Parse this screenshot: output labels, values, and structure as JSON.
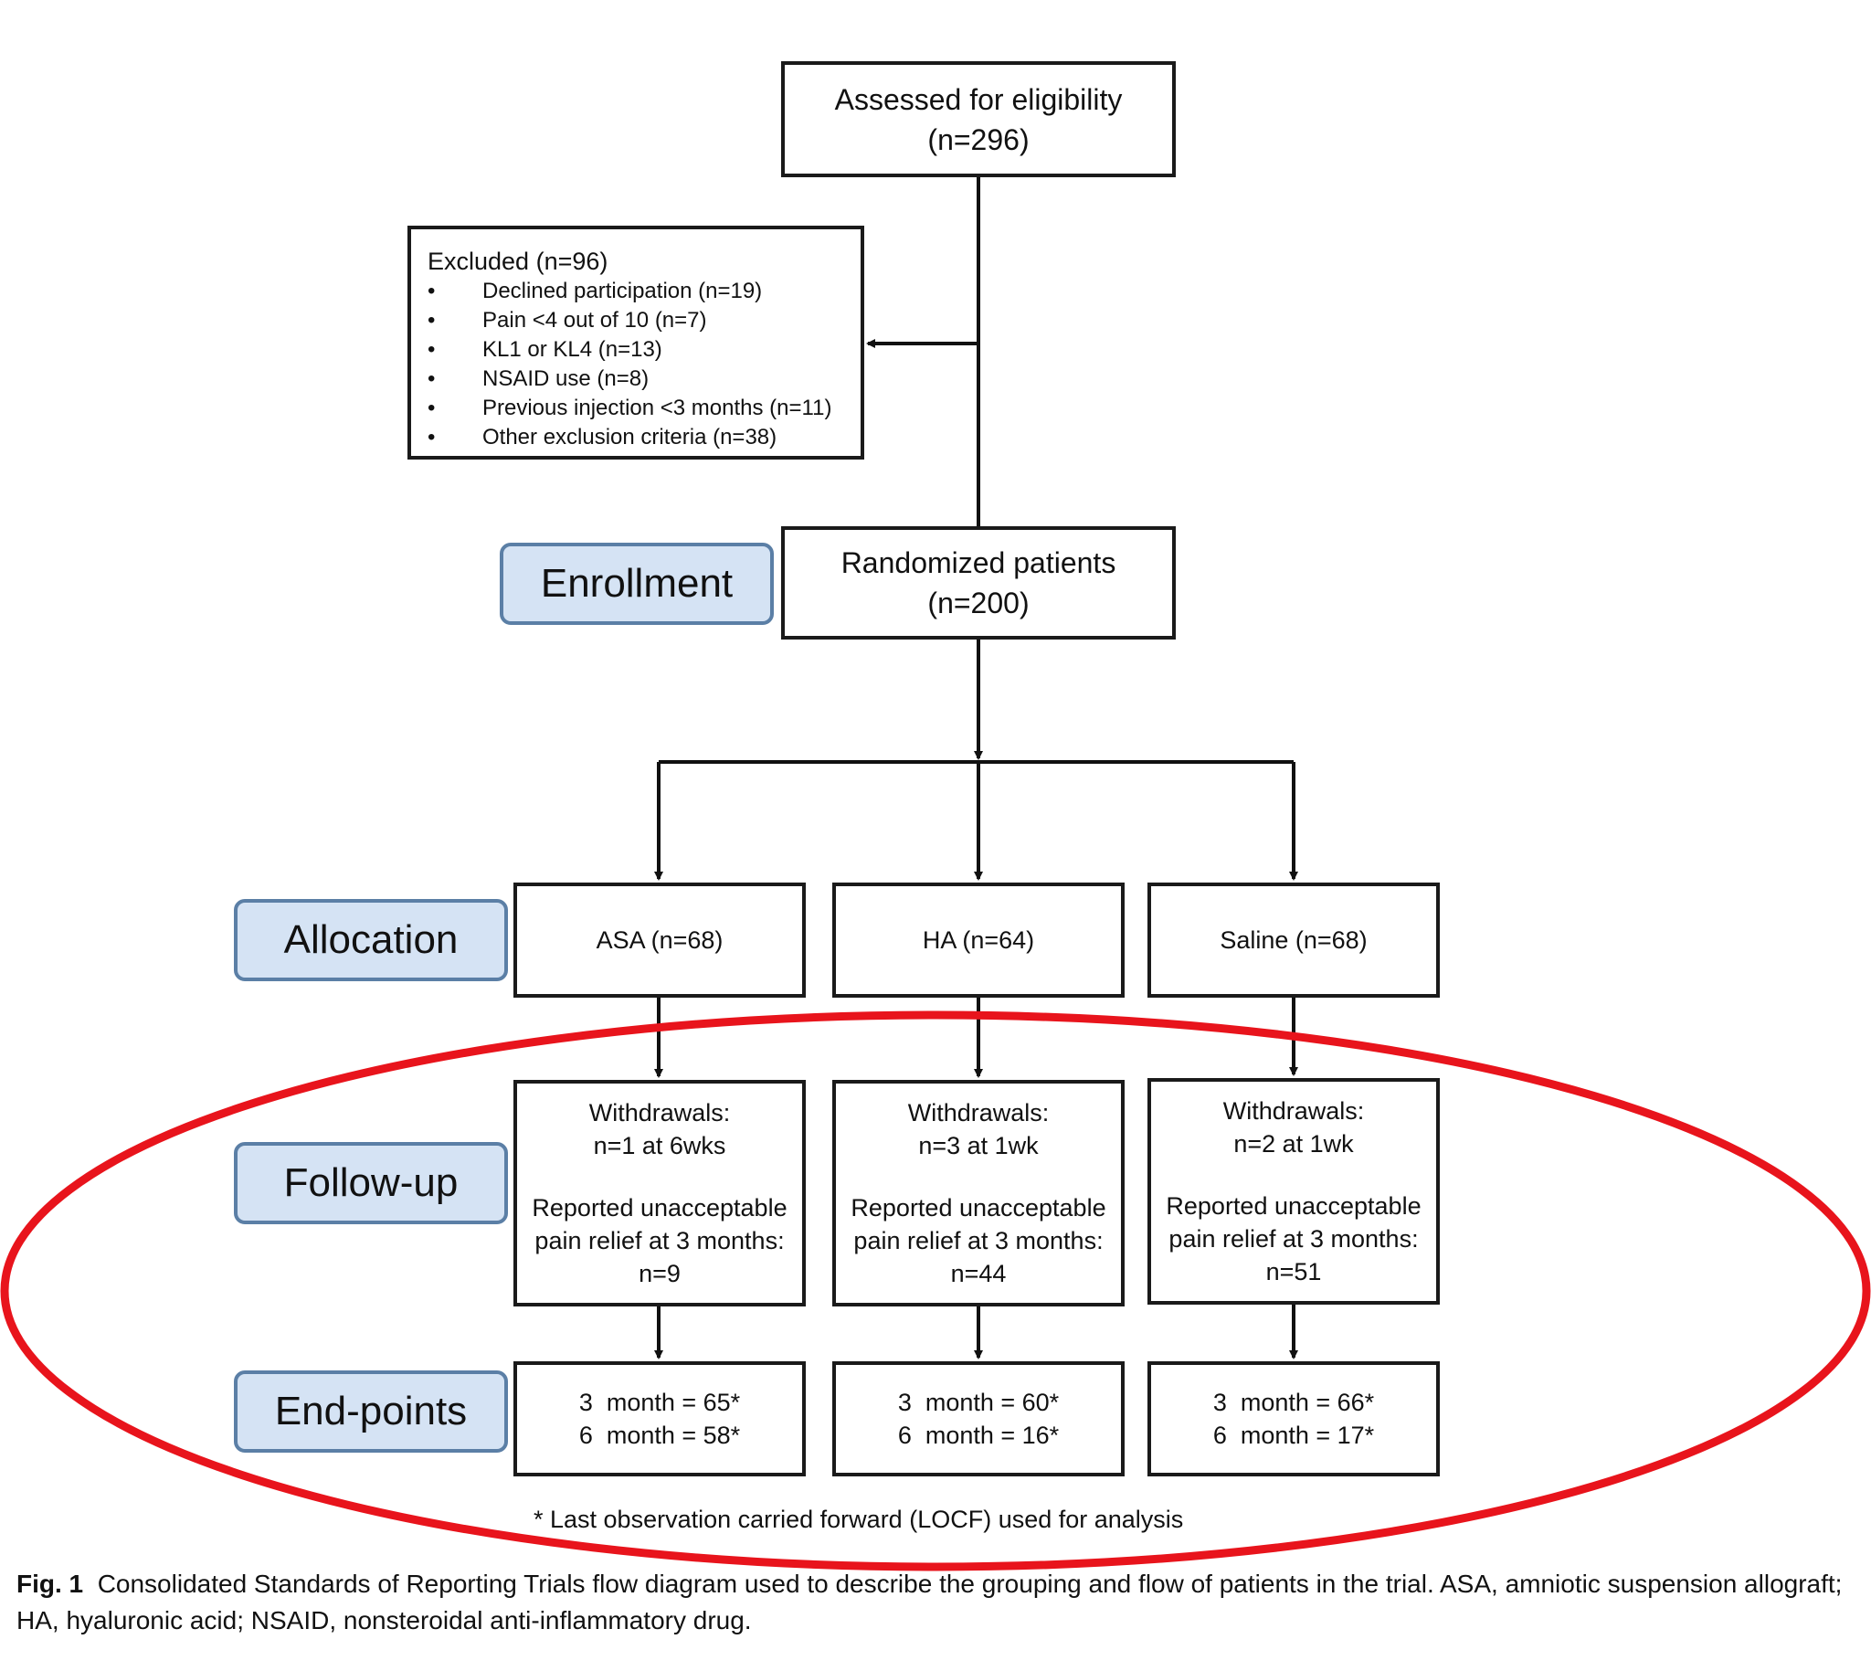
{
  "assessed": {
    "title": "Assessed for eligibility",
    "n": "(n=296)"
  },
  "excluded": {
    "title": "Excluded (n=96)",
    "bullet": "•",
    "items": [
      "Declined participation (n=19)",
      "Pain <4 out of 10 (n=7)",
      "KL1 or KL4 (n=13)",
      "NSAID use (n=8)",
      "Previous injection <3 months (n=11)",
      "Other exclusion criteria (n=38)"
    ]
  },
  "randomized": {
    "title": "Randomized patients",
    "n": "(n=200)"
  },
  "stages": {
    "enrollment": "Enrollment",
    "allocation": "Allocation",
    "followup": "Follow-up",
    "endpoints": "End-points"
  },
  "arms": [
    {
      "allocation": "ASA (n=68)",
      "withdrawals_title": "Withdrawals:",
      "withdrawals": "n=1 at 6wks",
      "unacceptable_1": "Reported unacceptable",
      "unacceptable_2": "pain relief at 3 months:",
      "unacceptable_n": "n=9",
      "end_3": "3  month = 65*",
      "end_6": "6  month = 58*"
    },
    {
      "allocation": "HA (n=64)",
      "withdrawals_title": "Withdrawals:",
      "withdrawals": "n=3 at 1wk",
      "unacceptable_1": "Reported unacceptable",
      "unacceptable_2": "pain relief at 3 months:",
      "unacceptable_n": "n=44",
      "end_3": "3  month = 60*",
      "end_6": "6  month = 16*"
    },
    {
      "allocation": "Saline (n=68)",
      "withdrawals_title": "Withdrawals:",
      "withdrawals": "n=2 at 1wk",
      "unacceptable_1": "Reported unacceptable",
      "unacceptable_2": "pain relief at 3 months:",
      "unacceptable_n": "n=51",
      "end_3": "3  month = 66*",
      "end_6": "6  month = 17*"
    }
  ],
  "note": "* Last observation carried forward (LOCF) used for analysis",
  "caption": {
    "label": "Fig. 1",
    "text": "Consolidated Standards of Reporting Trials flow diagram used to describe the grouping and flow of patients in the trial. ASA, amniotic suspension allograft; HA, hyaluronic acid; NSAID, nonsteroidal anti-inflammatory drug."
  },
  "colors": {
    "highlight": "#e8141c",
    "stage_fill": "#d5e3f4",
    "stage_border": "#5b7fa6"
  }
}
